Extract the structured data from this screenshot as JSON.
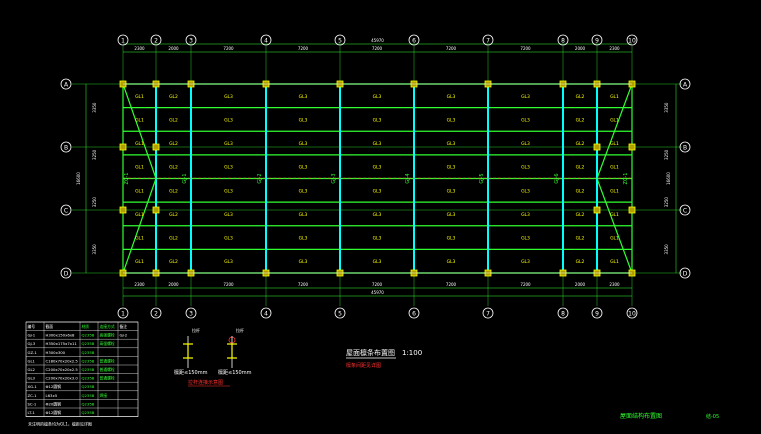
{
  "drawing": {
    "grid_columns": [
      "1",
      "2",
      "3",
      "4",
      "5",
      "6",
      "7",
      "8",
      "9",
      "10"
    ],
    "grid_rows": [
      "A",
      "B",
      "C",
      "D"
    ],
    "top_dims": [
      "2300",
      "2000",
      "7200",
      "7200",
      "7200",
      "7200",
      "7200",
      "2000",
      "2300"
    ],
    "bottom_dims": [
      "2300",
      "2000",
      "7200",
      "7200",
      "7200",
      "7200",
      "7200",
      "2000",
      "2300"
    ],
    "overall_dim_top": "45970",
    "overall_dim_bottom": "45970",
    "left_dims": [
      "3350",
      "3250",
      "3250",
      "3350"
    ],
    "overall_dim_left": "16600",
    "purlin_labels": [
      "GL1",
      "GL2",
      "GL3"
    ],
    "frame_labels": [
      "GJ-1",
      "GJ-2",
      "GJ-3",
      "GJ-4",
      "GJ-5",
      "GJ-6",
      "GJ-7"
    ],
    "brace_label_left": "ZC-1",
    "brace_label_right": "ZC-1"
  },
  "title_block": {
    "main_title": "屋面檩条布置图",
    "scale": "1:100",
    "note": "檩条间距见详图",
    "sheet_title": "屋面结构布置图",
    "sheet_no": "结-05"
  },
  "details": {
    "left_label": "檩距≤150mm",
    "right_label": "檩距≤150mm",
    "caption": "拉杆连接示意图",
    "tag1": "拉杆",
    "tag2": "拉杆"
  },
  "legend": {
    "header": [
      "编号",
      "截面",
      "材质",
      "连接方式",
      "备注"
    ],
    "rows": [
      [
        "GJ-1",
        "H300x150x6x8",
        "Q235B",
        "高强螺栓",
        "GJ-2"
      ],
      [
        "GJ-3",
        "H350x175x7x11",
        "Q235B",
        "高强螺栓",
        ""
      ],
      [
        "GZ-1",
        "H300x300",
        "Q235B",
        "",
        ""
      ],
      [
        "GL1",
        "C180x70x20x2.5",
        "Q235B",
        "普通螺栓",
        ""
      ],
      [
        "GL2",
        "C200x70x20x2.5",
        "Q235B",
        "普通螺栓",
        ""
      ],
      [
        "GL3",
        "C200x70x20x3.0",
        "Q235B",
        "普通螺栓",
        ""
      ],
      [
        "XG-1",
        "Φ12圆钢",
        "Q235B",
        "",
        ""
      ],
      [
        "ZC-1",
        "L63x5",
        "Q235B",
        "焊接",
        ""
      ],
      [
        "SC-1",
        "Φ20圆钢",
        "Q235B",
        "",
        ""
      ],
      [
        "LT-1",
        "Φ12圆钢",
        "Q235B",
        "",
        ""
      ]
    ],
    "footer_note": "未注明的檩条均为GL1，檩距见详图"
  }
}
